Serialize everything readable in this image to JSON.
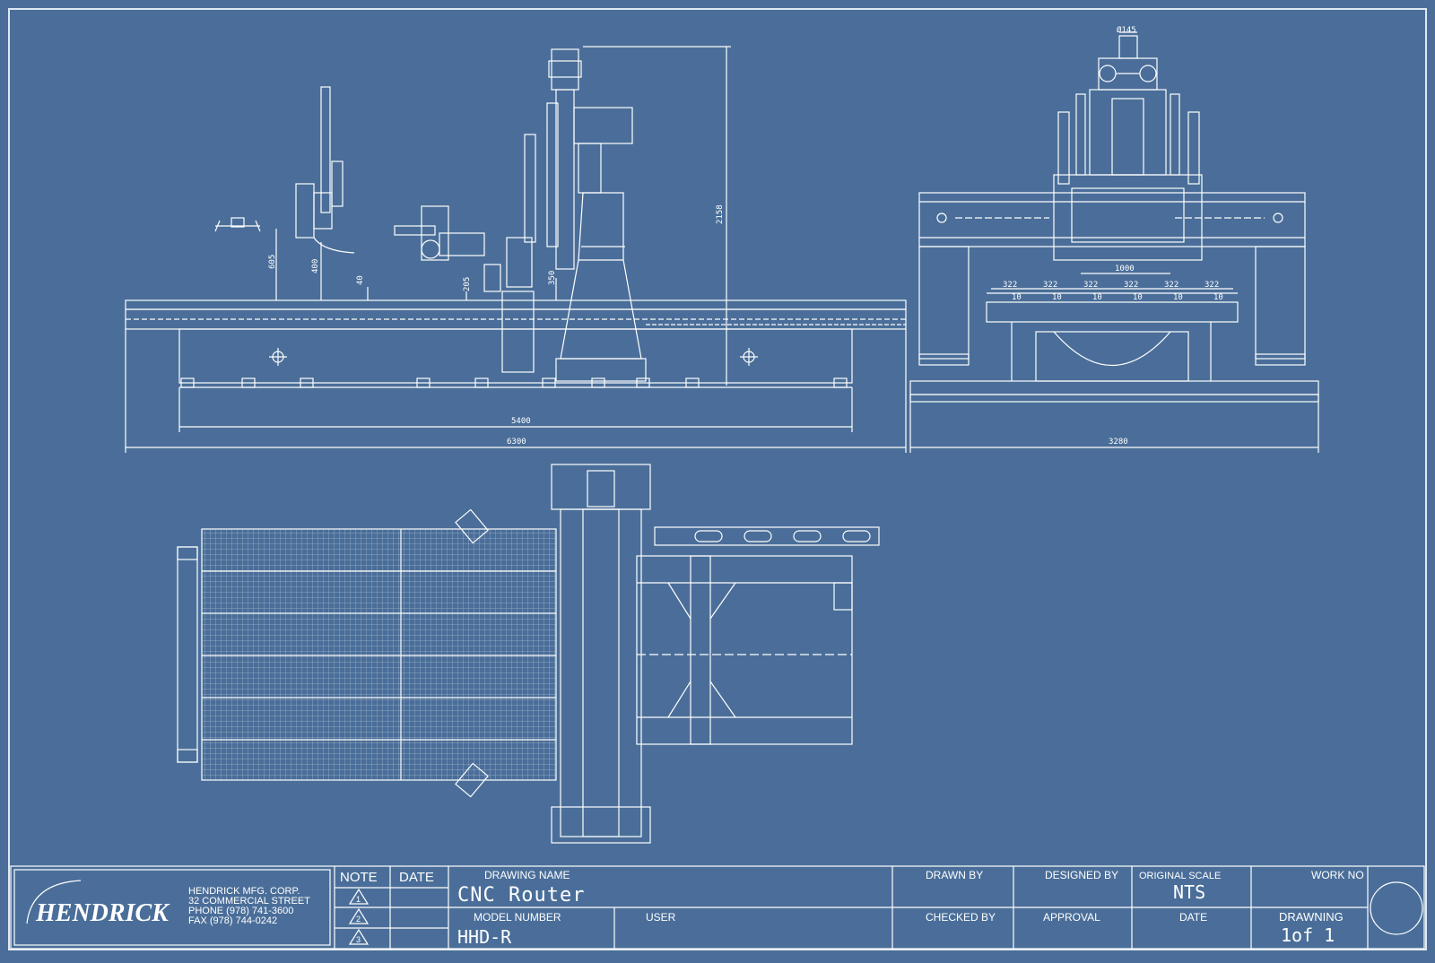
{
  "dimensions": {
    "side_length_inner": "5400",
    "side_length_total": "6300",
    "side_height": "2158",
    "side_d605": "605",
    "side_d400": "400",
    "side_d40": "40",
    "side_d205": "205",
    "side_d350": "350",
    "end_width": "3280",
    "end_d1000": "1000",
    "end_spacing": [
      "322",
      "322",
      "322",
      "322",
      "322",
      "322"
    ],
    "end_slot": [
      "10",
      "10",
      "10",
      "10",
      "10",
      "10"
    ],
    "end_spindle": "Ø145"
  },
  "title_block": {
    "company_name": "HENDRICK MFG. CORP.",
    "company_street": "32 COMMERCIAL STREET",
    "company_phone": "PHONE (978) 741-3600",
    "company_fax": "FAX (978) 744-0242",
    "logo_text": "HENDRICK",
    "note_label": "NOTE",
    "date_label": "DATE",
    "revisions": [
      "1",
      "2",
      "3"
    ],
    "drawing_name_label": "DRAWING NAME",
    "drawing_name": "CNC Router",
    "model_number_label": "MODEL NUMBER",
    "model_number": "HHD-R",
    "user_label": "USER",
    "drawn_by_label": "DRAWN BY",
    "checked_by_label": "CHECKED BY",
    "designed_by_label": "DESIGNED BY",
    "approval_label": "APPROVAL",
    "original_scale_label": "ORIGINAL SCALE",
    "original_scale": "NTS",
    "date2_label": "DATE",
    "work_no_label": "WORK NO",
    "drawing_label": "DRAWNING",
    "drawing_count": "1of 1"
  },
  "colors": {
    "background": "#4a6e99",
    "line": "#ffffff"
  }
}
